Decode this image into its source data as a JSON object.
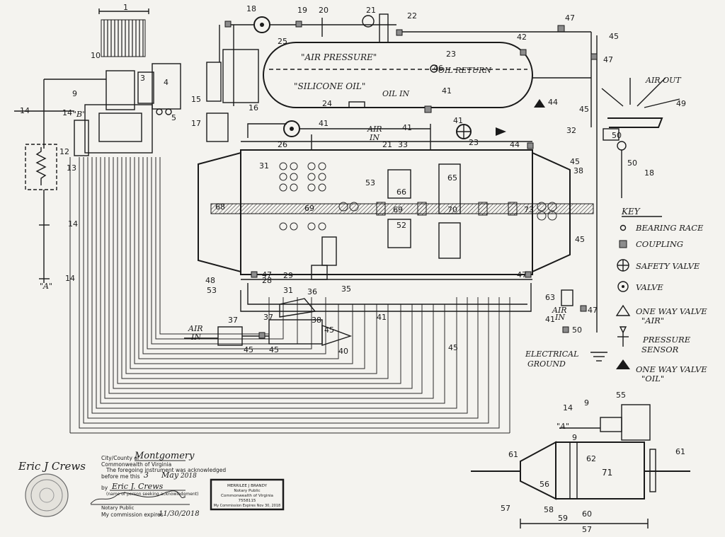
{
  "tank": {
    "label_top": "\"AIR PRESSURE\"",
    "label_bottom": "\"SILICONE OIL\"",
    "oil_in": "OIL IN",
    "oil_return": "OIL RETURN"
  },
  "labels": {
    "air_in_center": [
      "AIR",
      "IN"
    ],
    "air_in_left": [
      "AIR",
      "IN"
    ],
    "air_in_right": [
      "AIR",
      "IN"
    ],
    "air_out": "AIR OUT",
    "electrical_ground": [
      "ELECTRICAL",
      "GROUND"
    ],
    "point_a": "\"A\"",
    "point_b": "\"B\""
  },
  "key": {
    "title": "KEY",
    "items": [
      {
        "symbol": "bearing-race",
        "text": "BEARING RACE"
      },
      {
        "symbol": "coupling",
        "text": "COUPLING"
      },
      {
        "symbol": "safety-valve",
        "text": "SAFETY VALVE"
      },
      {
        "symbol": "valve",
        "text": "VALVE"
      },
      {
        "symbol": "one-way-valve-air",
        "text": "ONE WAY VALVE",
        "sub": "\"AIR\""
      },
      {
        "symbol": "pressure-sensor",
        "text": "PRESSURE",
        "sub": "SENSOR"
      },
      {
        "symbol": "one-way-valve-oil",
        "text": "ONE WAY VALVE",
        "sub": "\"OIL\""
      }
    ]
  },
  "notary": {
    "city_county_label": "City/County of",
    "city_county": "Montgomery",
    "commonwealth": "Commonwealth of Virginia",
    "ack_line1": "The foregoing instrument was acknowledged",
    "ack_line2": "before me this",
    "day": "3",
    "month": "May",
    "year": "2018",
    "by_label": "by",
    "signer": "Eric J. Crews",
    "signer_caption": "(name of person seeking acknowledgment)",
    "notary_caption": "Notary Public",
    "expires_label": "My commission expires",
    "expires": "11/30/2018",
    "signature": "Eric J Crews"
  },
  "stamp": {
    "name": "MERRILEE J BRANDY",
    "title": "Notary Public",
    "commonwealth": "Commonwealth of Virginia",
    "reg_no": "7558115",
    "expires": "My Commission Expires Nov 30, 2018"
  },
  "dimensions": {
    "one": "1",
    "fifty_seven": "57"
  },
  "colors": {
    "ink": "#1a1a1a",
    "paper": "#f4f3ef",
    "coupling": "#8c8c8c"
  }
}
